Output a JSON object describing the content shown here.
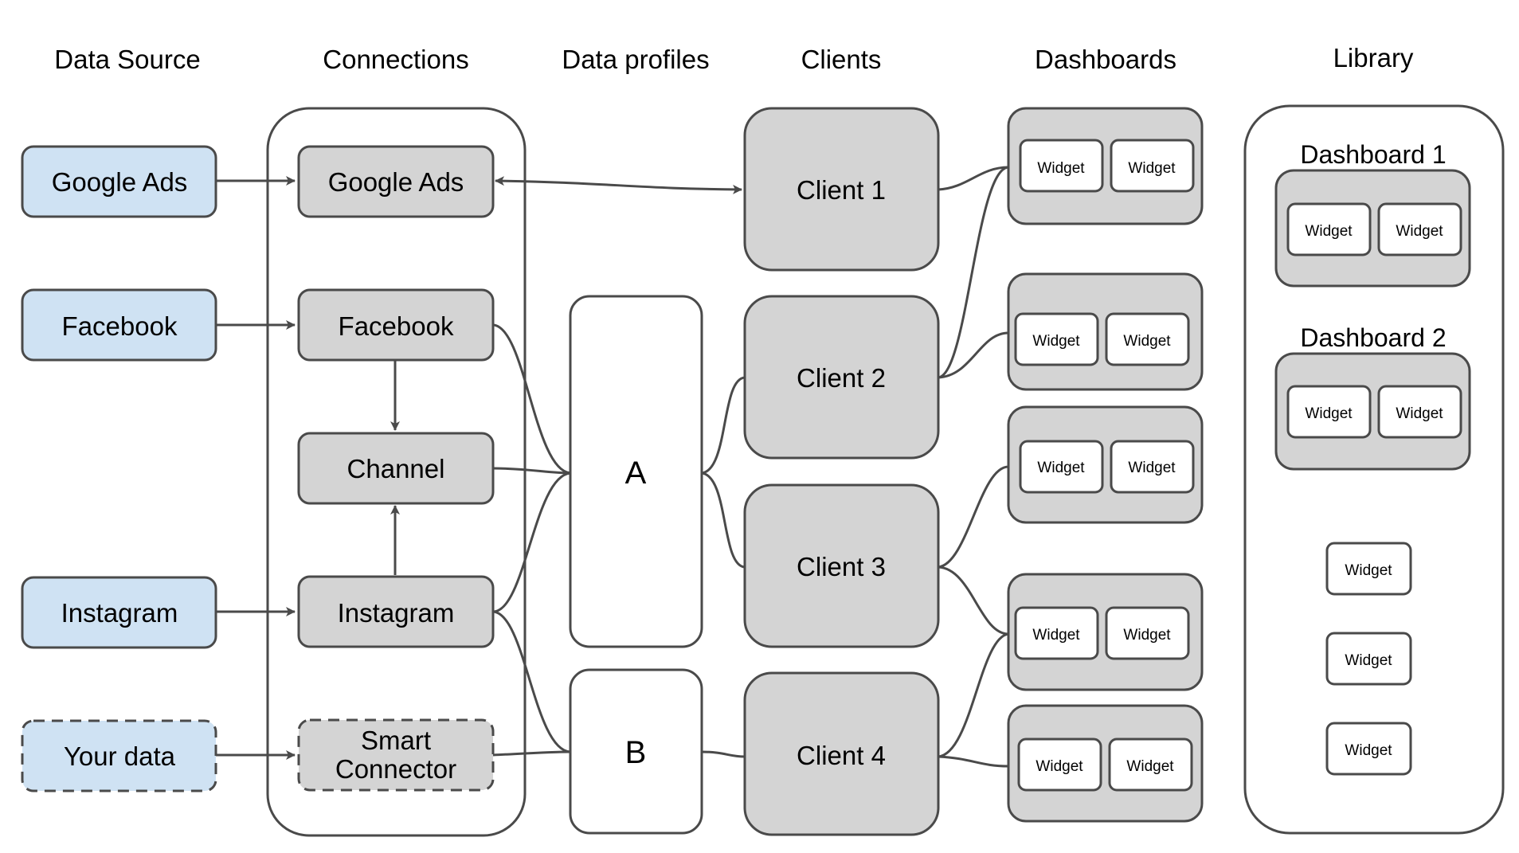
{
  "headers": {
    "data_source": "Data Source",
    "connections": "Connections",
    "data_profiles": "Data profiles",
    "clients": "Clients",
    "dashboards": "Dashboards",
    "library": "Library"
  },
  "sources": {
    "google_ads": "Google Ads",
    "facebook": "Facebook",
    "instagram": "Instagram",
    "your_data": "Your data"
  },
  "connections": {
    "google_ads": "Google Ads",
    "facebook": "Facebook",
    "channel": "Channel",
    "instagram": "Instagram",
    "smart_connector_line1": "Smart",
    "smart_connector_line2": "Connector"
  },
  "profiles": {
    "a": "A",
    "b": "B"
  },
  "clients": {
    "client1": "Client 1",
    "client2": "Client 2",
    "client3": "Client 3",
    "client4": "Client 4"
  },
  "widget_label": "Widget",
  "library": {
    "dashboard1": "Dashboard 1",
    "dashboard2": "Dashboard 2"
  },
  "colors": {
    "source_fill": "#cfe2f3",
    "node_fill": "#d4d4d4",
    "stroke": "#4a4a4a",
    "white": "#ffffff"
  }
}
